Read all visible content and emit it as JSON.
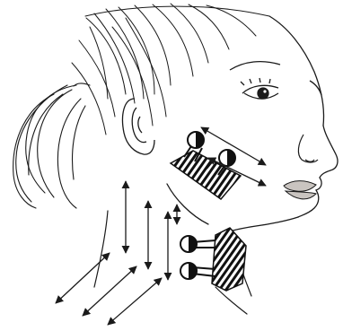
{
  "figure": {
    "ink": "#1a1a1a",
    "hatch": "#111111",
    "lip_tint": "#c9c4c0",
    "background": "#ffffff"
  },
  "devices": [
    {
      "id": "cheek-device",
      "electrodes": 2,
      "hatch_icon": "striped-applicator-icon"
    },
    {
      "id": "jaw-device",
      "electrodes": 2,
      "hatch_icon": "striped-applicator-icon"
    }
  ],
  "arrows": [
    {
      "id": "cheek-upper-arrow",
      "kind": "double-headed"
    },
    {
      "id": "cheek-lower-arrow",
      "kind": "double-headed"
    },
    {
      "id": "neck-vertical-arrow-1",
      "kind": "double-headed"
    },
    {
      "id": "neck-vertical-arrow-2",
      "kind": "double-headed"
    },
    {
      "id": "neck-vertical-arrow-3",
      "kind": "double-headed"
    },
    {
      "id": "neck-vertical-arrow-4",
      "kind": "double-headed"
    },
    {
      "id": "shoulder-diagonal-arrow-1",
      "kind": "double-headed"
    },
    {
      "id": "shoulder-diagonal-arrow-2",
      "kind": "double-headed"
    },
    {
      "id": "shoulder-diagonal-arrow-3",
      "kind": "double-headed"
    }
  ]
}
